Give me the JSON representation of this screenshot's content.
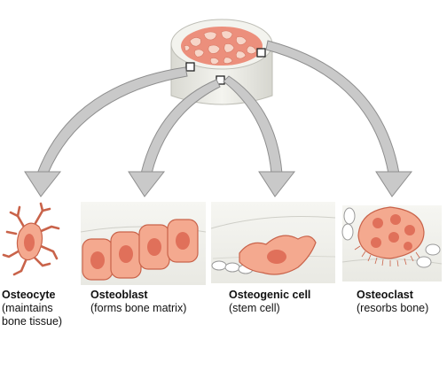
{
  "cells": [
    {
      "id": "osteocyte",
      "name": "Osteocyte",
      "desc": "(maintains bone tissue)"
    },
    {
      "id": "osteoblast",
      "name": "Osteoblast",
      "desc": "(forms bone matrix)"
    },
    {
      "id": "osteogenic",
      "name": "Osteogenic cell",
      "desc": "(stem cell)"
    },
    {
      "id": "osteoclast",
      "name": "Osteoclast",
      "desc": "(resorbs bone)"
    }
  ],
  "colors": {
    "arrow": "#c9c9c9",
    "arrow_edge": "#8e8e8e",
    "cell_fill": "#f4a98f",
    "cell_edge": "#c9634a",
    "nucleus": "#e0705a",
    "bone": "#efefe9",
    "panel": "#eeeeea"
  }
}
